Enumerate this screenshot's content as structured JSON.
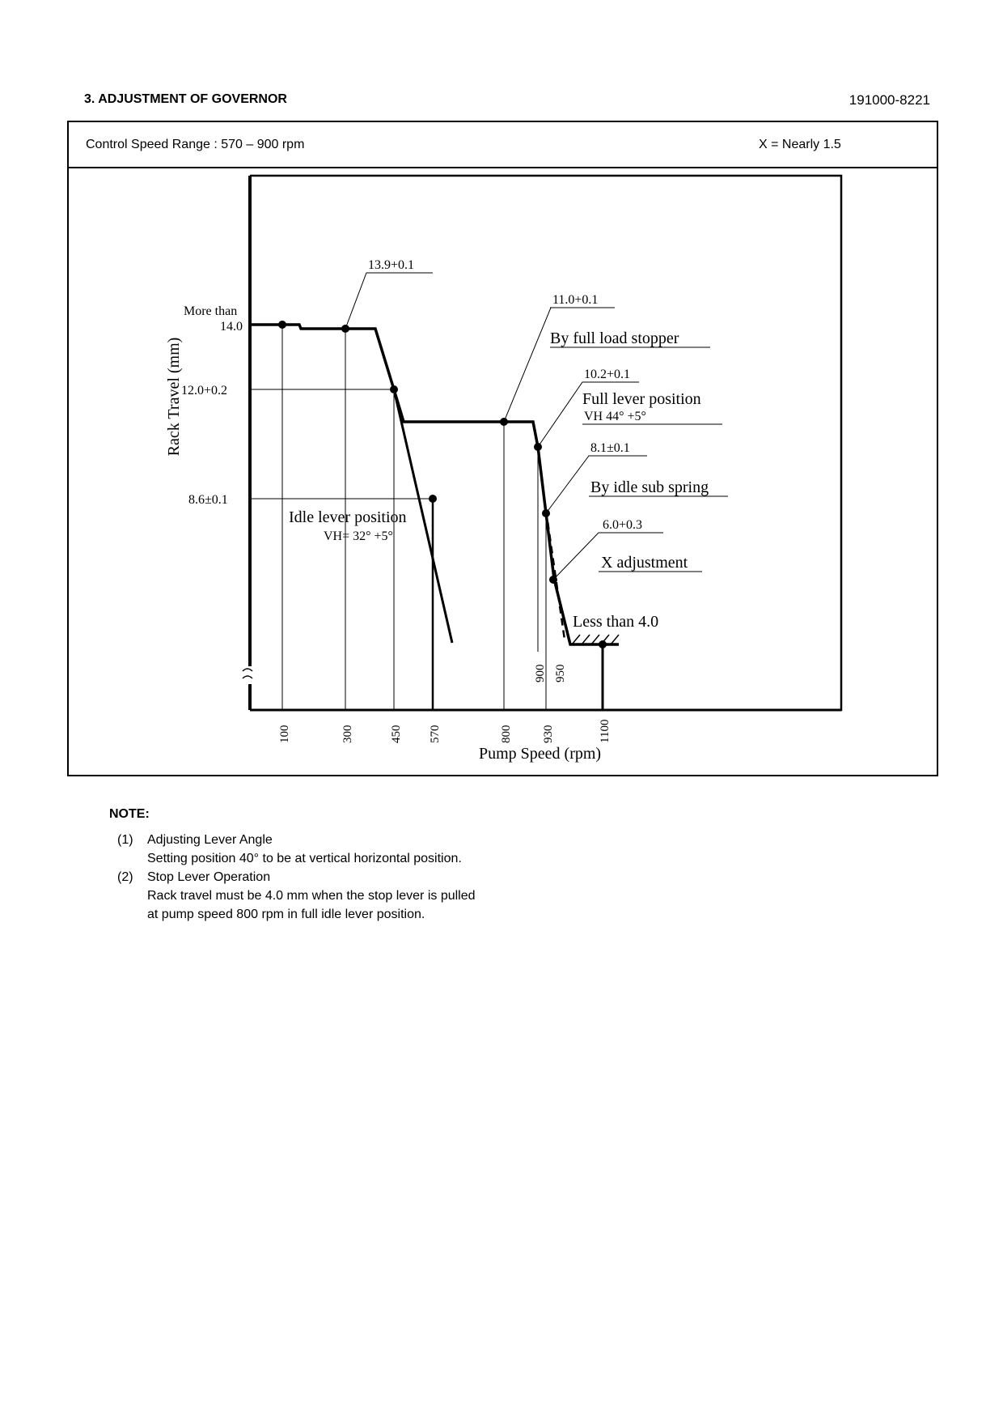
{
  "header": {
    "title": "3.  ADJUSTMENT OF GOVERNOR",
    "code": "191000-8221"
  },
  "panel": {
    "control_speed_range": "Control Speed Range : 570 – 900 rpm",
    "x_value": "X = Nearly 1.5"
  },
  "diagram": {
    "y_axis_label": "Rack Travel (mm)",
    "x_axis_label": "Pump Speed (rpm)",
    "y_labels": {
      "more_than": "More than",
      "v14": "14.0",
      "v12": "12.0+0.2",
      "v86": "8.6±0.1"
    },
    "x_ticks": [
      "100",
      "300",
      "450",
      "570",
      "800",
      "930",
      "1100"
    ],
    "inner_ticks": [
      "900",
      "950"
    ],
    "annotations": {
      "a139": "13.9+0.1",
      "a110": "11.0+0.1",
      "full_load": "By full load stopper",
      "a102": "10.2+0.1",
      "full_lever": "Full lever position",
      "vh44": "VH  44°  +5°",
      "a81": "8.1±0.1",
      "idle_sub": "By idle sub spring",
      "a60": "6.0+0.3",
      "x_adj": "X adjustment",
      "less_than": "Less than 4.0",
      "idle_lever": "Idle lever position",
      "vh32": "VH= 32°  +5°"
    }
  },
  "notes": {
    "title": "NOTE:",
    "items": [
      {
        "num": "(1)",
        "lines": [
          "Adjusting Lever Angle",
          "Setting position 40° to be at vertical horizontal position."
        ]
      },
      {
        "num": "(2)",
        "lines": [
          "Stop Lever Operation",
          "Rack travel must be 4.0 mm when the stop lever is pulled",
          "at pump speed 800 rpm in full idle lever position."
        ]
      }
    ]
  }
}
